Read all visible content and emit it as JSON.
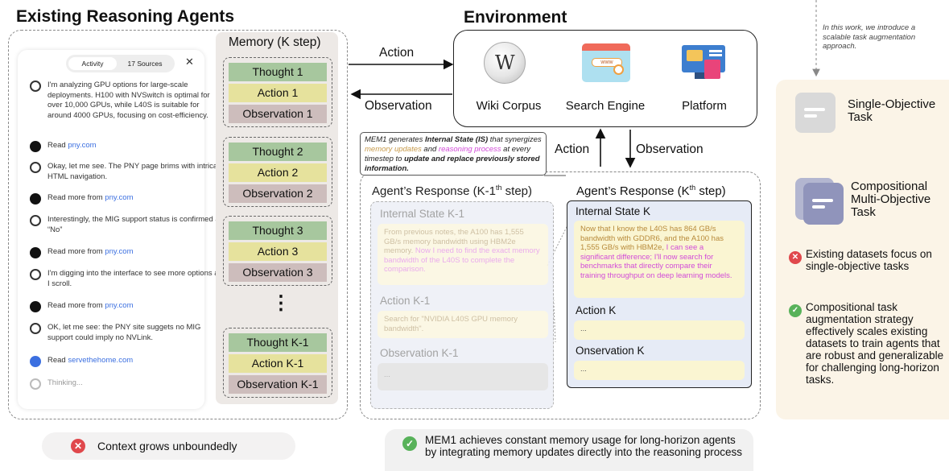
{
  "titles": {
    "left": "Existing Reasoning Agents",
    "environment": "Environment"
  },
  "memory": {
    "title_main": "Memory",
    "title_sub": "(K step)",
    "blocks": [
      {
        "thought": "Thought 1",
        "action": "Action 1",
        "observation": "Observation 1"
      },
      {
        "thought": "Thought 2",
        "action": "Action 2",
        "observation": "Observation 2"
      },
      {
        "thought": "Thought 3",
        "action": "Action 3",
        "observation": "Observation 3"
      },
      {
        "thought": "Thought K-1",
        "action": "Action K-1",
        "observation": "Observation K-1"
      }
    ],
    "ellipsis": "⋮"
  },
  "chat": {
    "tab_activity": "Activity",
    "tab_sources": "17 Sources",
    "close": "✕",
    "items": [
      {
        "type": "gpt",
        "text": "I'm analyzing GPU options for large-scale deployments. H100 with NVSwitch is optimal for over 10,000 GPUs, while L40S is suitable for around 4000 GPUs, focusing on cost-efficiency."
      },
      {
        "type": "read",
        "prefix": "Read ",
        "link": "pny.com"
      },
      {
        "type": "gpt",
        "text": "Okay, let me see. The PNY page brims with intricate HTML navigation."
      },
      {
        "type": "read",
        "prefix": "Read more from ",
        "link": "pny.com"
      },
      {
        "type": "gpt",
        "text": "Interestingly, the MIG support status is confirmed as “No”"
      },
      {
        "type": "read",
        "prefix": "Read more from ",
        "link": "pny.com"
      },
      {
        "type": "gpt",
        "text": "I'm digging into the interface to see more options as I scroll."
      },
      {
        "type": "read",
        "prefix": "Read more from ",
        "link": "pny.com"
      },
      {
        "type": "gpt",
        "text": "OK, let me see: the PNY site suggets no MIG support could imply no NVLink."
      },
      {
        "type": "read2",
        "prefix": "Read ",
        "link": "servethehome.com"
      },
      {
        "type": "thinking",
        "text": "Thinking..."
      }
    ]
  },
  "left_bottom": {
    "text": "Context grows unboundedly"
  },
  "arrows": {
    "action_top": "Action",
    "observation_top": "Observation",
    "action_mid": "Action",
    "observation_mid": "Observation"
  },
  "environment": {
    "items": [
      {
        "label": "Wiki Corpus"
      },
      {
        "label": "Search Engine"
      },
      {
        "label": "Platform"
      }
    ]
  },
  "callout": {
    "p1": "MEM1 generates ",
    "p2": "Internal State (IS)",
    "p3": " that synergizes ",
    "p4": "memory updates",
    "p5": " and ",
    "p6": "reasoning process",
    "p7": " at every timestep to ",
    "p8": "update and replace previously stored information."
  },
  "prev_response": {
    "title_a": "Agent’s Response (K-1",
    "title_sup": "th",
    "title_b": " step)",
    "is_label": "Internal State K-1",
    "is_text_a": "From previous notes, the A100 has 1,555 GB/s memory bandwidth using HBM2e memory. ",
    "is_text_b": "Now I need to find the exact memory bandwidth of the L40S to complete the comparison.",
    "action_label": "Action K-1",
    "action_text": "Search for \"NVIDIA L40S GPU memory bandwidth\".",
    "obs_label": "Observation K-1",
    "obs_text": "..."
  },
  "cur_response": {
    "title_a": "Agent’s Response (K",
    "title_sup": "th",
    "title_b": " step)",
    "is_label": "Internal State K",
    "is_text_a": "Now that I know the L40S has 864 GB/s bandwidth with GDDR6, and the A100 has 1,555 GB/s with HBM2e, ",
    "is_text_b": "I can see a significant difference; I'll now search for benchmarks that directly compare their training throughput on deep learning models.",
    "action_label": "Action K",
    "action_text": "...",
    "obs_label": "Onservation K",
    "obs_text": "..."
  },
  "mid_bottom": {
    "text": "MEM1 achieves constant memory usage for long-horizon agents by integrating memory updates directly into the reasoning process"
  },
  "right": {
    "intro": "In this work, we introduce a scalable task augmentation approach.",
    "single_task": "Single-Objective Task",
    "comp_task": "Compositional Multi-Objective Task",
    "bad": "Existing datasets focus on single-objective tasks",
    "good": "Compositional task augmentation strategy effectively scales existing datasets to train agents that are robust and generalizable for challenging long-horizon tasks."
  },
  "colors": {
    "thought": "#a7c79e",
    "action": "#e6e29d",
    "observation": "#cdbdbc",
    "highlight_magenta": "#d24bd8",
    "highlight_orange": "#c79a4a",
    "link_blue": "#3b6fe0",
    "red_x": "#e0484c",
    "green_check": "#58b25a",
    "right_panel_bg": "#fbf4e7"
  }
}
